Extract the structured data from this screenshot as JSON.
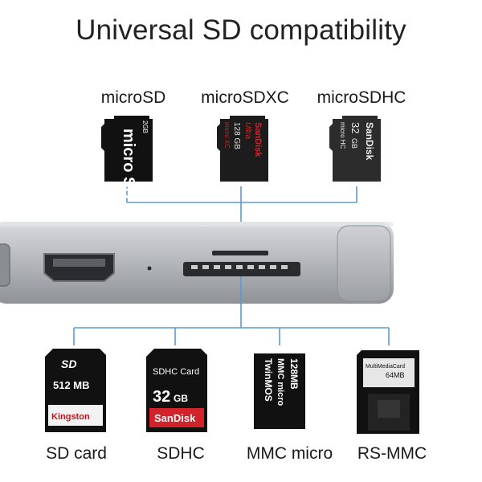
{
  "title": "Universal SD compatibility",
  "top_cards": [
    {
      "label": "microSD",
      "face": {
        "top": "2GB",
        "brand": "micro SD"
      }
    },
    {
      "label": "microSDXC",
      "face": {
        "brand": "SanDisk",
        "line": "Ultra",
        "size": "128 GB",
        "type": "micro XC"
      }
    },
    {
      "label": "microSDHC",
      "face": {
        "brand": "SanDisk",
        "size": "32",
        "unit": "GB",
        "type": "micro HC"
      }
    }
  ],
  "bottom_cards": [
    {
      "label": "SD card",
      "face": {
        "logo": "SD",
        "size": "512 MB",
        "brand": "Kingston"
      }
    },
    {
      "label": "SDHC",
      "face": {
        "top": "SDHC Card",
        "size": "32",
        "unit": "GB",
        "brand": "SanDisk"
      }
    },
    {
      "label": "MMC micro",
      "face": {
        "size": "128MB",
        "type": "MMC micro",
        "brand": "TwinMOS"
      }
    },
    {
      "label": "RS-MMC",
      "face": {
        "top": "MultiMediaCard",
        "size": "64MB"
      }
    }
  ],
  "colors": {
    "line": "#5b9bd5",
    "card": "#111111",
    "hub": "#b9bcc0",
    "sandisk_red": "#d2232a"
  }
}
